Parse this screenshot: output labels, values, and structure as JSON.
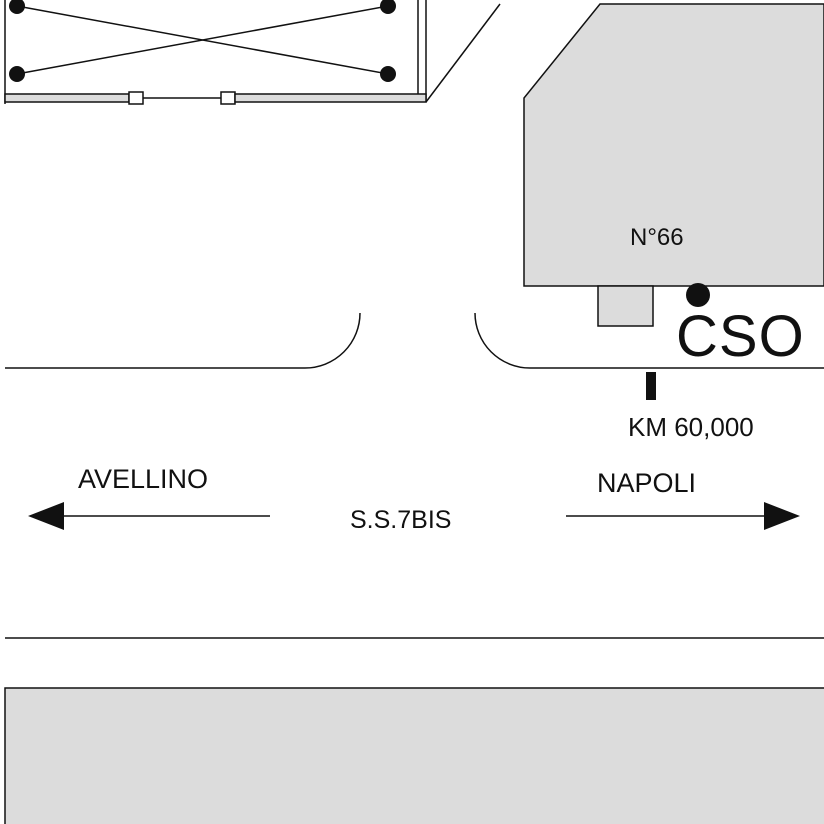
{
  "map": {
    "labels": {
      "house_number": "N°66",
      "station": "CSO",
      "kilometre": "KM 60,000",
      "direction_left": "AVELLINO",
      "direction_right": "NAPOLI",
      "road_name": "S.S.7BIS"
    },
    "colors": {
      "background": "#ffffff",
      "building_fill": "#dcdcdc",
      "line": "#111111"
    }
  }
}
